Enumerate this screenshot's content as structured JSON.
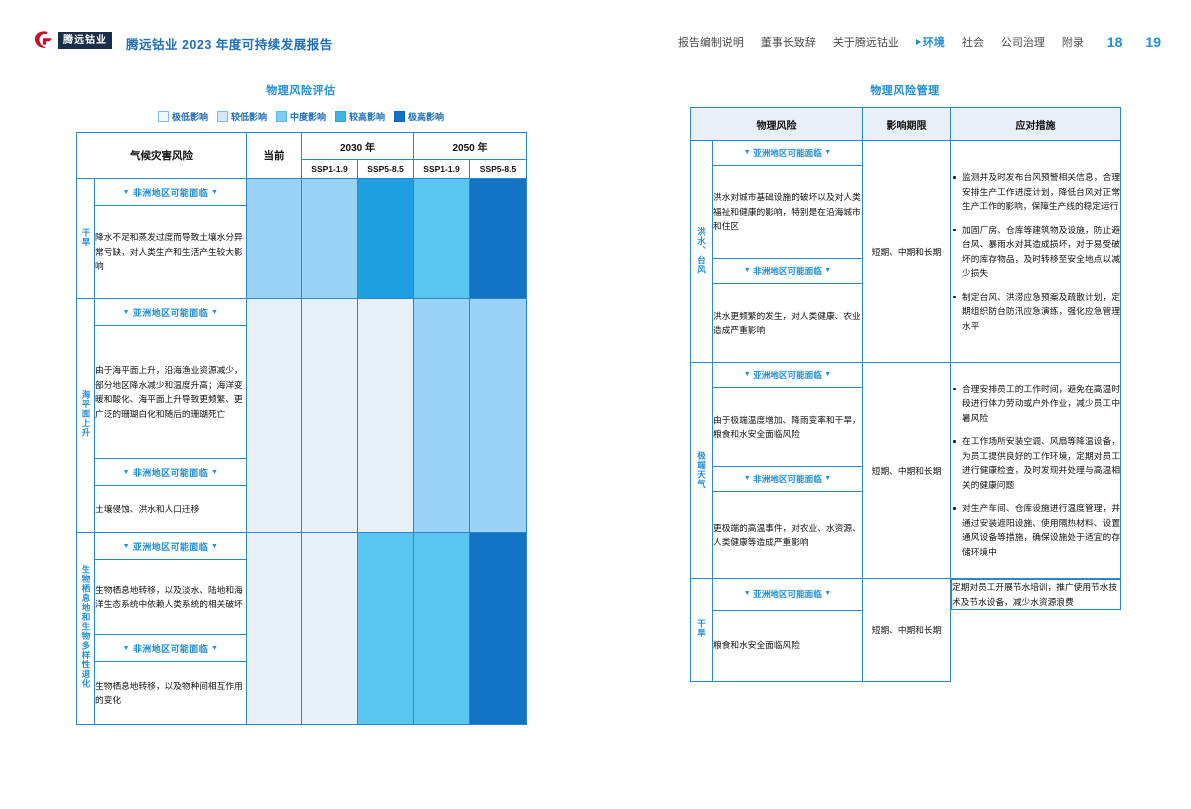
{
  "header": {
    "logo_text": "腾远钴业",
    "title": "腾远钴业 2023 年度可持续发展报告",
    "nav": [
      {
        "label": "报告编制说明",
        "active": false
      },
      {
        "label": "董事长致辞",
        "active": false
      },
      {
        "label": "关于腾远钴业",
        "active": false
      },
      {
        "label": "环境",
        "active": true
      },
      {
        "label": "社会",
        "active": false
      },
      {
        "label": "公司治理",
        "active": false
      },
      {
        "label": "附录",
        "active": false
      }
    ],
    "page_left": "18",
    "page_right": "19",
    "accent_color": "#1f8fd6",
    "title_color": "#1f6fb5"
  },
  "left_panel": {
    "title": "物理风险评估",
    "legend": [
      {
        "label": "极低影响",
        "color": "#f2f7fc"
      },
      {
        "label": "较低影响",
        "color": "#d2e7f7"
      },
      {
        "label": "中度影响",
        "color": "#7ecdf3"
      },
      {
        "label": "较高影响",
        "color": "#3fb3ec"
      },
      {
        "label": "极高影响",
        "color": "#1272c4"
      }
    ],
    "columns": {
      "risk": "气候灾害风险",
      "current": "当前",
      "y2030": "2030 年",
      "y2050": "2050 年",
      "ssp_low": "SSP1-1.9",
      "ssp_high": "SSP5-8.5"
    },
    "arrow_left": "▼",
    "arrow_right": "▼",
    "groups": [
      {
        "vlabel": "干旱",
        "rows": [
          {
            "region": "非洲地区可能面临",
            "desc": "降水不足和蒸发过度而导致土壤水分异常亏缺，对人类生产和生活产生较大影响",
            "cells": [
              "#9ad3f5",
              "#9ad3f5",
              "#1f9ee0",
              "#5bc5f2",
              "#1272c4"
            ]
          }
        ]
      },
      {
        "vlabel": "海平面上升",
        "rows": [
          {
            "region": "亚洲地区可能面临",
            "desc": "由于海平面上升，沿海渔业资源减少，部分地区降水减少和温度升高；海洋变暖和酸化、海平面上升导致更频繁、更广泛的珊瑚白化和随后的珊瑚死亡",
            "cells": [
              "#e8f0f9",
              "#e8f0f9",
              "#e8f0f9",
              "#9ad3f5",
              "#9ad3f5"
            ]
          },
          {
            "region": "非洲地区可能面临",
            "desc": "土壤侵蚀、洪水和人口迁移",
            "cells": [
              "#e8f0f9",
              "#e8f0f9",
              "#e8f0f9",
              "#9ad3f5",
              "#9ad3f5"
            ]
          }
        ]
      },
      {
        "vlabel": "生物栖息地和生物多样性退化",
        "rows": [
          {
            "region": "亚洲地区可能面临",
            "desc": "生物栖息地转移，以及淡水、陆地和海洋生态系统中依赖人类系统的相关破坏",
            "cells": [
              "#e8f0f9",
              "#e8f0f9",
              "#5bc5f2",
              "#5bc5f2",
              "#1272c4"
            ]
          },
          {
            "region": "非洲地区可能面临",
            "desc": "生物栖息地转移，以及物种间相互作用的变化",
            "cells": [
              "#e8f0f9",
              "#e8f0f9",
              "#5bc5f2",
              "#5bc5f2",
              "#1272c4"
            ]
          }
        ]
      }
    ]
  },
  "right_panel": {
    "title": "物理风险管理",
    "columns": [
      "物理风险",
      "影响期限",
      "应对措施"
    ],
    "arrow_left": "▼",
    "arrow_right": "▼",
    "groups": [
      {
        "vlabel": "洪水、台风",
        "term": "短期、中期和长期",
        "rows": [
          {
            "region": "亚洲地区可能面临",
            "desc": "洪水对城市基础设施的破坏以及对人类福祉和健康的影响，特别是在沿海城市和住区"
          },
          {
            "region": "非洲地区可能面临",
            "desc": "洪水更频繁的发生，对人类健康、农业造成严重影响"
          }
        ],
        "measures": [
          "监测并及时发布台风预警相关信息，合理安排生产工作进度计划，降低台风对正常生产工作的影响，保障生产线的稳定运行",
          "加固厂房、仓库等建筑物及设施，防止避台风、暴雨水对其造成损坏，对于易受破坏的库存物品，及时转移至安全地点以减少损失",
          "制定台风、洪涝应急预案及疏散计划，定期组织防台防汛应急演练，强化应急管理水平"
        ]
      },
      {
        "vlabel": "极端天气",
        "term": "短期、中期和长期",
        "rows": [
          {
            "region": "亚洲地区可能面临",
            "desc": "由于极端温度增加、降雨变率和干旱，粮食和水安全面临风险"
          },
          {
            "region": "非洲地区可能面临",
            "desc": "更极端的高温事件，对农业、水资源、人类健康等造成严重影响"
          }
        ],
        "measures": [
          "合理安排员工的工作时间，避免在高温时段进行体力劳动或户外作业，减少员工中暑风险",
          "在工作场所安装空调、风扇等降温设备，为员工提供良好的工作环境，定期对员工进行健康检查，及时发现并处理与高温相关的健康问题",
          "对生产车间、仓库设施进行温度管理，并通过安装遮阳设施、使用隔热材料、设置通风设备等措施，确保设施处于适宜的存储环境中"
        ]
      },
      {
        "vlabel": "干旱",
        "term": "短期、中期和长期",
        "rows": [
          {
            "region": "亚洲地区可能面临",
            "desc": "粮食和水安全面临风险"
          }
        ],
        "measures": [
          "定期对员工开展节水培训，推广使用节水技术及节水设备，减少水资源浪费"
        ],
        "measures_plain": true
      }
    ]
  }
}
